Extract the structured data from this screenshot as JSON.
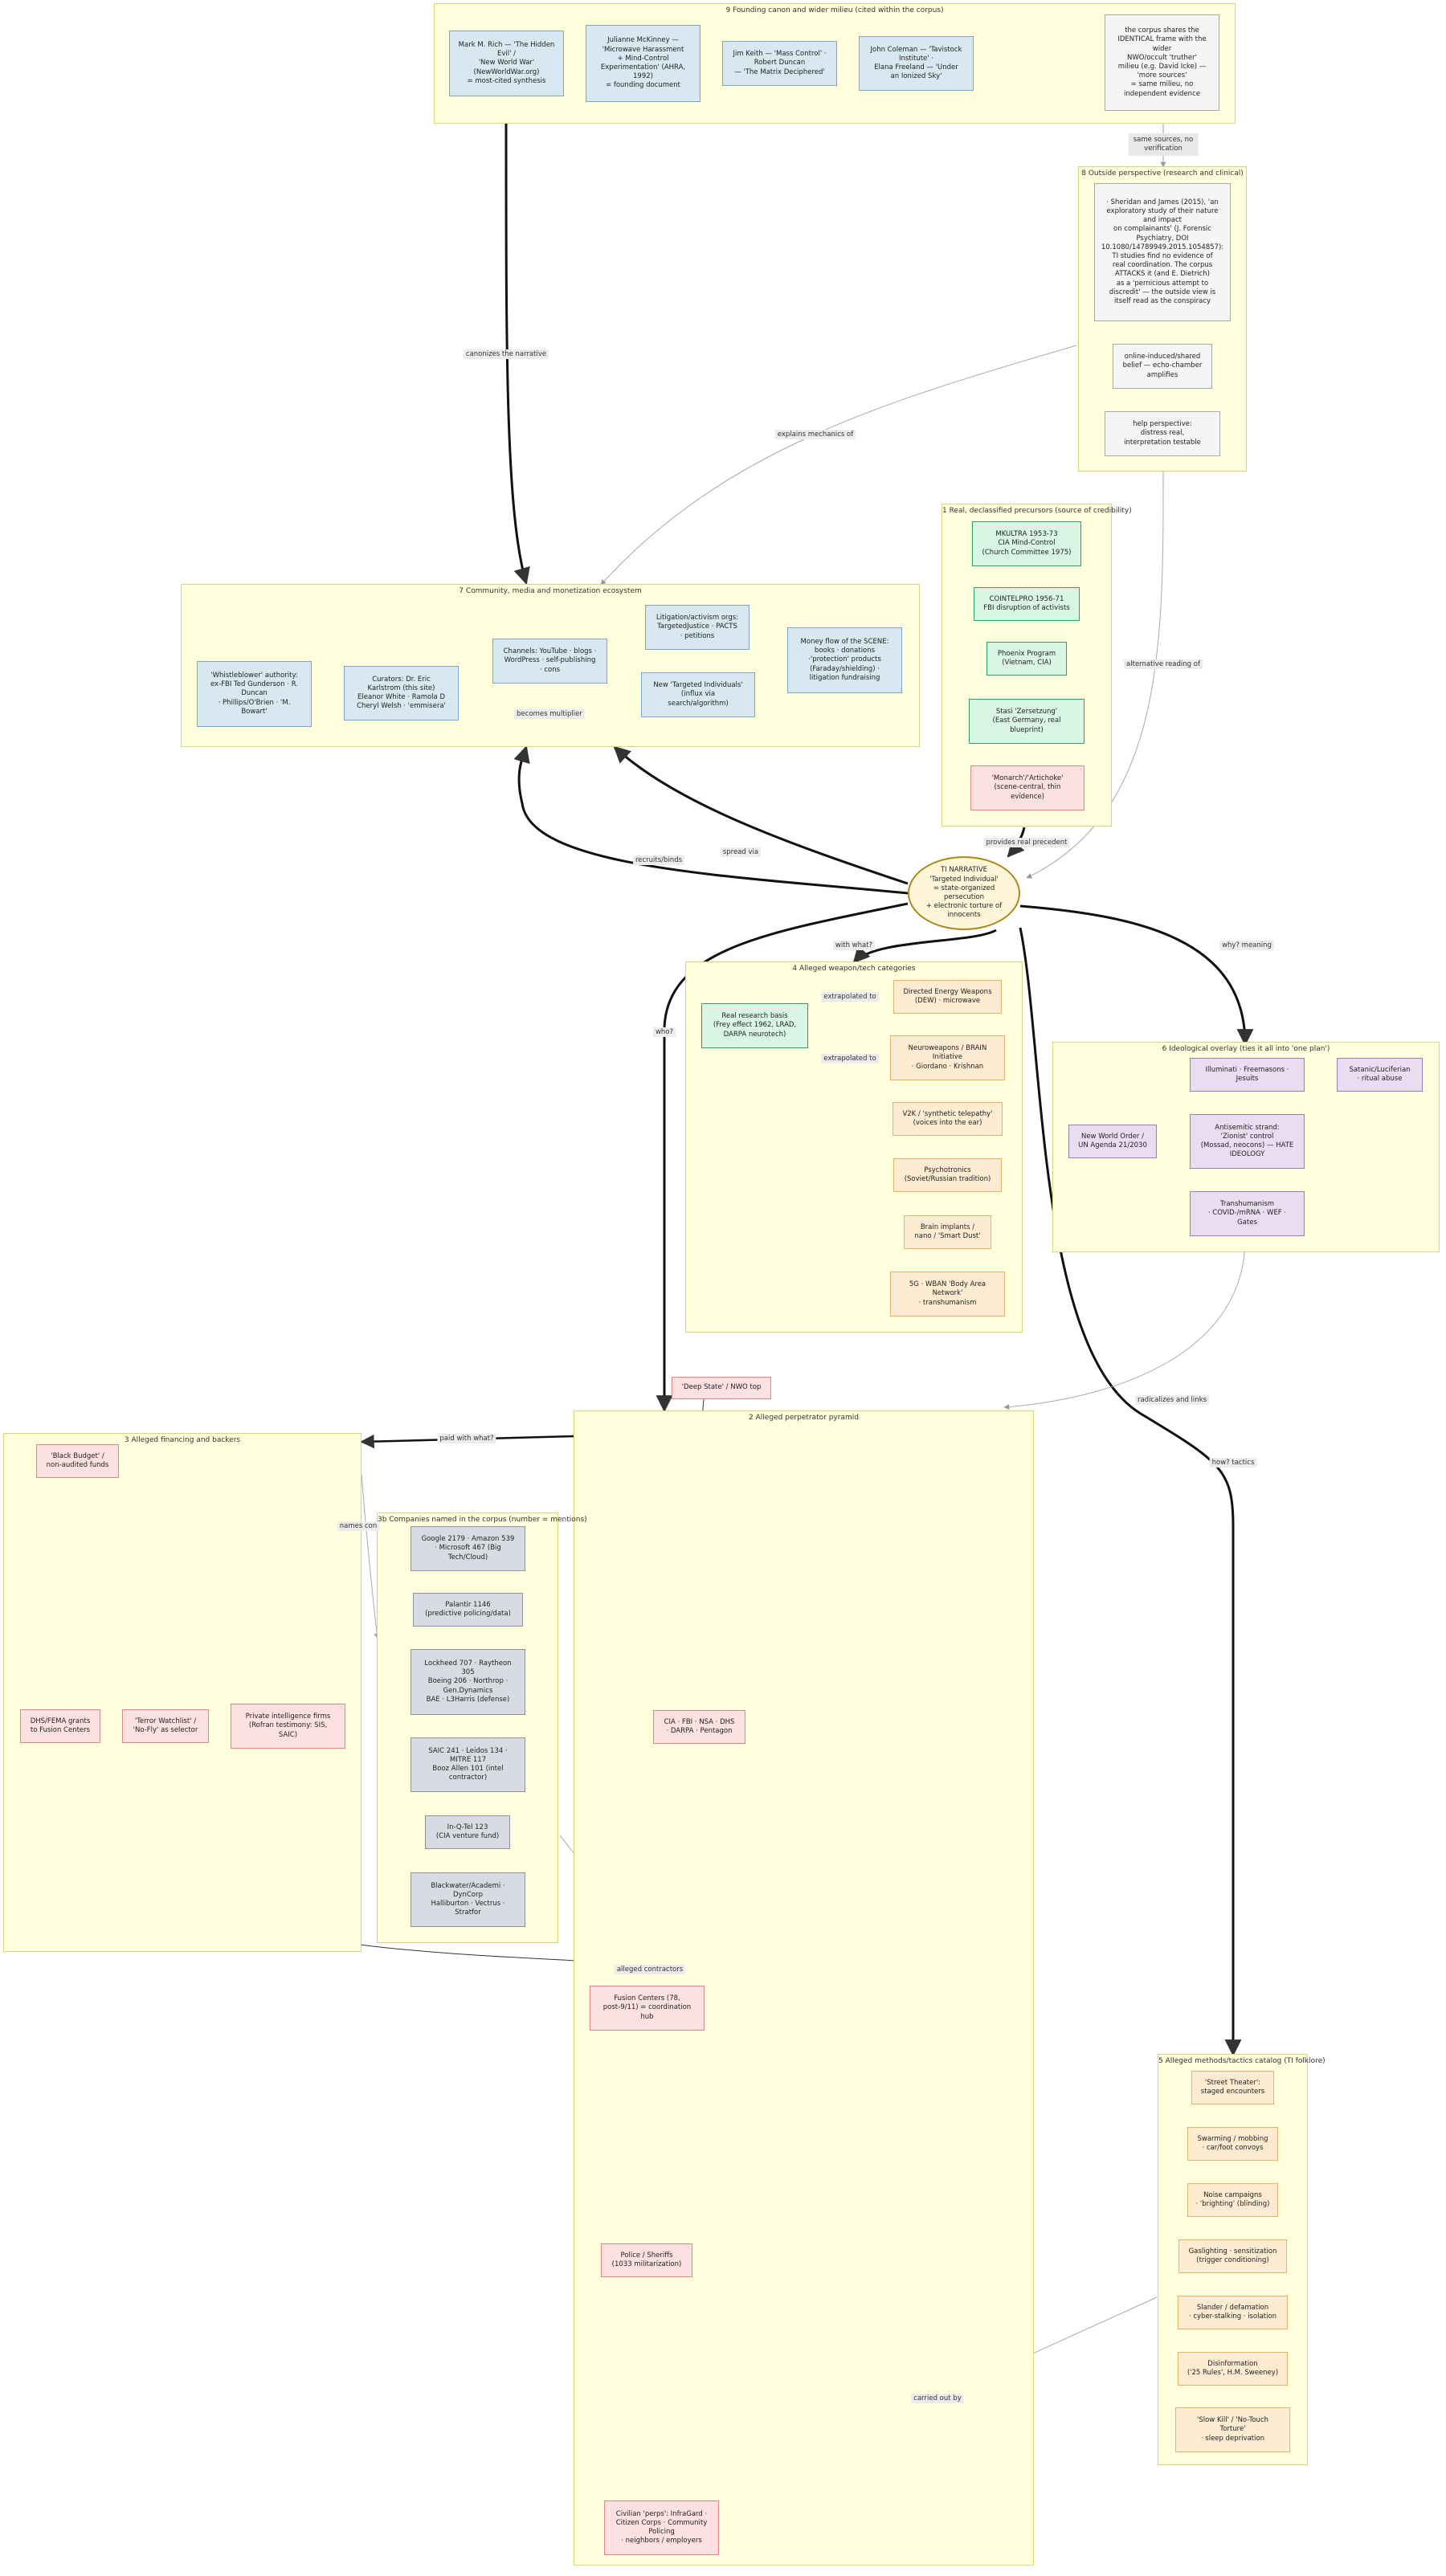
{
  "clusters": {
    "c9": "9 Founding canon and wider milieu (cited within the corpus)",
    "c8": "8 Outside perspective (research and clinical)",
    "c1": "1 Real, declassified precursors (source of credibility)",
    "c7": "7 Community, media and monetization ecosystem",
    "c4": "4 Alleged weapon/tech categories",
    "c6": "6 Ideological overlay (ties it all into 'one plan')",
    "c2": "2 Alleged perpetrator pyramid",
    "c3": "3 Alleged financing and backers",
    "c3b": "3b Companies named in the corpus (number = mentions)",
    "c5": "5 Alleged methods/tactics catalog (TI folklore)"
  },
  "nodes": {
    "rich": "Mark M. Rich — 'The Hidden Evil' /\n'New World War' (NewWorldWar.org)\n= most-cited synthesis",
    "mckinney": "Julianne McKinney —\n'Microwave Harassment\n+ Mind-Control\nExperimentation' (AHRA,\n1992)\n= founding document",
    "keith": "Jim Keith — 'Mass Control' ·\nRobert Duncan\n— 'The Matrix Deciphered'",
    "coleman": "John Coleman — 'Tavistock\nInstitute' ·\nElana Freeland — 'Under\nan Ionized Sky'",
    "identical": "the corpus shares the\nIDENTICAL frame with the\nwider\nNWO/occult 'truther'\nmilieu (e.g. David Icke) —\n'more sources'\n= same milieu, no\nindependent evidence",
    "sheridan": "· Sheridan and James (2015), 'an\nexploratory study of their nature\nand impact\non complainants' (J. Forensic\nPsychiatry, DOI\n10.1080/14789949.2015.1054857):\nTI studies find no evidence of\nreal coordination. The corpus\nATTACKS it (and E. Dietrich)\nas a 'pernicious attempt to\ndiscredit' — the outside view is\nitself read as the conspiracy",
    "online": "online-induced/shared\nbelief — echo-chamber\namplifies",
    "help": "help perspective:\ndistress real,\ninterpretation testable",
    "mkultra": "MKULTRA 1953-73\nCIA Mind-Control\n(Church Committee 1975)",
    "cointelpro": "COINTELPRO 1956-71\nFBI disruption of activists",
    "phoenix": "Phoenix Program\n(Vietnam, CIA)",
    "stasi": "Stasi 'Zersetzung'\n(East Germany, real\nblueprint)",
    "monarch": "'Monarch'/'Artichoke'\n(scene-central, thin\nevidence)",
    "whistle": "'Whistleblower' authority:\nex-FBI Ted Gunderson · R.\nDuncan\n· Phillips/O'Brien · 'M.\nBowart'",
    "curators": "Curators: Dr. Eric\nKarlstrom (this site)\nEleanor White · Ramola D\nCheryl Welsh · 'emmisera'",
    "channels": "Channels: YouTube · blogs ·\nWordPress · self-publishing\n· cons",
    "litigation": "Litigation/activism orgs:\nTargetedJustice · PACTS\n· petitions",
    "newti": "New 'Targeted Individuals'\n(influx via\nsearch/algorithm)",
    "money": "Money flow of the SCENE:\nbooks · donations\n·'protection' products\n(Faraday/shielding) ·\nlitigation fundraising",
    "ti": "TI NARRATIVE\n'Targeted Individual'\n= state-organized\npersecution\n+ electronic torture of\ninnocents",
    "realres": "Real research basis\n(Frey effect 1962, LRAD,\nDARPA neurotech)",
    "dew": "Directed Energy Weapons\n(DEW) · microwave",
    "neuro": "Neuroweapons / BRAIN\nInitiative\n· Giordano · Krishnan",
    "v2k": "V2K / 'synthetic telepathy'\n(voices into the ear)",
    "psycho": "Psychotronics\n(Soviet/Russian tradition)",
    "brain": "Brain implants /\nnano / 'Smart Dust'",
    "fiveg": "5G · WBAN 'Body Area\nNetwork'\n· transhumanism",
    "nwo": "New World Order /\nUN Agenda 21/2030",
    "illuminati": "Illuminati · Freemasons ·\nJesuits",
    "satanic": "Satanic/Luciferian\n· ritual abuse",
    "antisemitic": "Antisemitic strand:\n'Zionist' control\n(Mossad, neocons) — HATE\nIDEOLOGY",
    "transhuman": "Transhumanism\n· COVID-/mRNA · WEF ·\nGates",
    "deepstate": "'Deep State' / NWO top",
    "cia": "CIA · FBI · NSA · DHS\n· DARPA · Pentagon",
    "fusion": "Fusion Centers (78,\npost-9/11) = coordination\nhub",
    "police": "Police / Sheriffs\n(1033 militarization)",
    "civilian": "Civilian 'perps': InfraGard ·\nCitizen Corps · Community\nPolicing\n· neighbors / employers",
    "blackbudget": "'Black Budget' /\nnon-audited funds",
    "dhsfema": "DHS/FEMA grants\nto Fusion Centers",
    "terror": "'Terror Watchlist' /\n'No-Fly' as selector",
    "private": "Private intelligence firms\n(Rofran testimony: SIS,\nSAIC)",
    "google": "Google 2179 · Amazon 539\n· Microsoft 467 (Big\nTech/Cloud)",
    "palantir": "Palantir 1146\n(predictive policing/data)",
    "lockheed": "Lockheed 707 · Raytheon\n305\nBoeing 206 · Northrop ·\nGen.Dynamics\nBAE · L3Harris (defense)",
    "saic": "SAIC 241 · Leidos 134 ·\nMITRE 117\nBooz Allen 101 (intel\ncontractor)",
    "inqtel": "In-Q-Tel 123\n(CIA venture fund)",
    "blackwater": "Blackwater/Academi ·\nDynCorp\nHalliburton · Vectrus ·\nStratfor",
    "street": "'Street Theater':\nstaged encounters",
    "swarm": "Swarming / mobbing\n· car/foot convoys",
    "noise": "Noise campaigns\n· 'brighting' (blinding)",
    "gaslight": "Gaslighting · sensitization\n(trigger conditioning)",
    "slander": "Slander / defamation\n· cyber-stalking · isolation",
    "disinfo": "Disinformation\n('25 Rules', H.M. Sweeney)",
    "slowkill": "'Slow Kill' / 'No-Touch\nTorture'\n· sleep deprivation"
  },
  "edges": {
    "same_sources": "same sources, no\nverification",
    "canonizes": "canonizes the narrative",
    "explains": "explains mechanics of",
    "alternative": "alternative reading of",
    "becomes": "becomes multiplier",
    "recruits": "recruits/binds",
    "spread": "spread via",
    "provides": "provides real precedent",
    "withwhat": "with what?",
    "who": "who?",
    "whymeaning": "why? meaning",
    "extrap1": "extrapolated to",
    "extrap2": "extrapolated to",
    "radicalizes": "radicalizes and links",
    "how": "how? tactics",
    "paid": "paid with what?",
    "names": "names con",
    "contractors": "alleged contractors",
    "carried": "carried out by"
  }
}
